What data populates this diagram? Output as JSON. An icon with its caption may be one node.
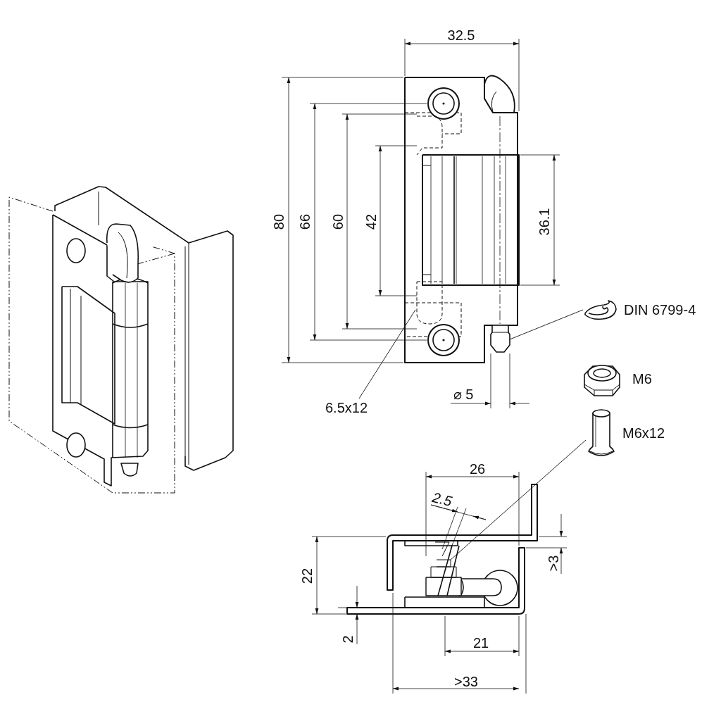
{
  "diagram": {
    "nodes": [
      {
        "text": [
          "DIN 6799-4"
        ]
      },
      {
        "text": [],
        "shape": "picture"
      },
      {
        "text": [
          "6.5x12"
        ]
      },
      {
        "text": [],
        "shape": "picture"
      },
      {
        "text": [
          "M6x12"
        ]
      },
      {
        "text": [],
        "shape": "picture"
      }
    ],
    "edges": [
      {
        "from": 0,
        "to": 1,
        "arrow": "none"
      },
      {
        "from": 2,
        "to": 3,
        "arrow": "none"
      },
      {
        "from": 4,
        "to": 5,
        "arrow": "none"
      }
    ],
    "labels": [
      "32.5",
      "80",
      "66",
      "60",
      "42",
      "36.1",
      "M6",
      "⌀ 5",
      "26",
      "2.5",
      "22",
      ">3",
      "2",
      "21",
      ">33"
    ]
  }
}
